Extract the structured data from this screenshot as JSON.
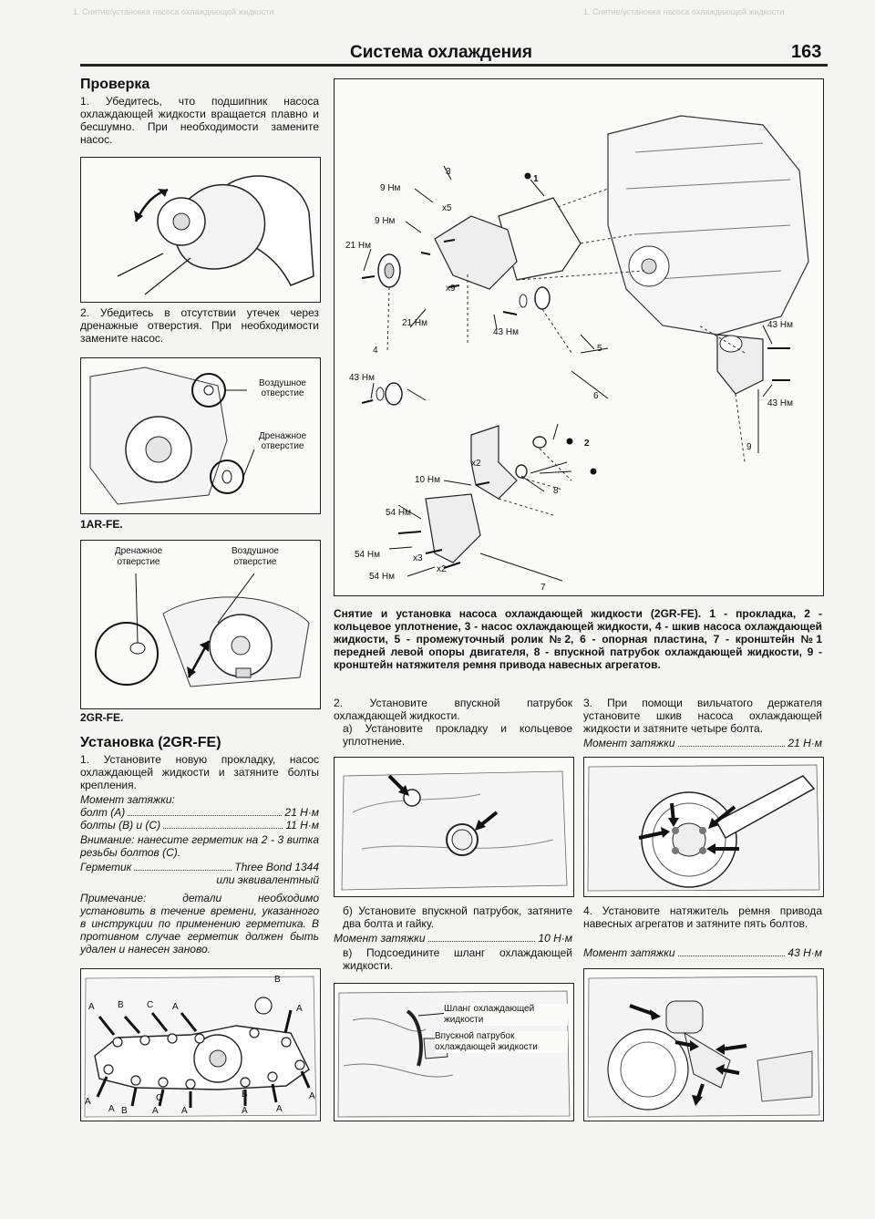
{
  "header": {
    "faint_left": "1. Снятие/установка насоса охлаждающей жидкости",
    "faint_right": "1. Снятие/установка насоса охлаждающей жидкости",
    "title": "Система охлаждения",
    "page_number": "163"
  },
  "check": {
    "heading": "Проверка",
    "p1": "1. Убедитесь, что подшипник насоса охлаждающей жидкости вращается плавно и бесшумно. При необходимости замените насос.",
    "p2": "2. Убедитесь в отсутствии утечек через дренажные отверстия. При необходимости замените насос.",
    "fig2_air": "Воздушное отверстие",
    "fig2_drain": "Дренажное отверстие",
    "label_1ar": "1AR-FE.",
    "fig3_drain": "Дренажное отверстие",
    "fig3_air": "Воздушное отверстие",
    "label_2gr": "2GR-FE."
  },
  "install": {
    "heading": "Установка (2GR-FE)",
    "p1": "1. Установите новую прокладку, насос охлаждающей жидкости и затяните болты крепления.",
    "torque_title": "Момент затяжки:",
    "bolt_a": "болт (А)",
    "bolt_a_val": "21 Н·м",
    "bolt_bc": "болты (В) и (С)",
    "bolt_bc_val": "11 Н·м",
    "attention": "Внимание: нанесите герметик на 2 - 3 витка резьбы болтов (С).",
    "sealant_label": "Герметик",
    "sealant_value": "Three Bond 1344",
    "sealant_alt": "или эквивалентный",
    "note": "Примечание: детали необходимо установить в течение времени, указанного в инструкции по применению герметика. В противном случае герметик должен быть удален и нанесен заново."
  },
  "diagram": {
    "torques": [
      "9 Нм",
      "9 Нм",
      "21 Нм",
      "21 Нм",
      "43 Нм",
      "43 Нм",
      "10 Нм",
      "54 Нм",
      "54 Нм",
      "54 Нм",
      "43 Нм",
      "43 Нм"
    ],
    "multipliers": [
      "x5",
      "x9",
      "x2",
      "x3",
      "x2"
    ],
    "callouts": [
      "1",
      "2",
      "3",
      "4",
      "5",
      "6",
      "7",
      "8",
      "9"
    ],
    "caption": "Снятие и установка насоса охлаждающей жидкости (2GR-FE). 1 - прокладка, 2 - кольцевое уплотнение, 3 - насос охлаждающей жидкости, 4 - шкив насоса охлаждающей жидкости, 5 - промежуточный ролик №2, 6 - опорная пластина, 7 - кронштейн №1 передней левой опоры двигателя, 8 - впускной патрубок охлаждающей жидкости, 9 - кронштейн натяжителя ремня привода навесных агрегатов."
  },
  "mid": {
    "p2": "2. Установите впускной патрубок охлаждающей жидкости.",
    "p2a": "а) Установите прокладку и кольцевое уплотнение.",
    "p2b": "б) Установите впускной патрубок, затяните два болта и гайку.",
    "torque_label": "Момент затяжки",
    "torque_val": "10 Н·м",
    "p2c": "в) Подсоедините шланг охлаждающей жидкости.",
    "hose_label": "Шланг охлаждающей жидкости",
    "inlet_label": "Впускной патрубок охлаждающей жидкости"
  },
  "right": {
    "p3": "3. При помощи вильчатого держателя установите шкив насоса охлаждающей жидкости и затяните четыре болта.",
    "torque_label": "Момент затяжки",
    "torque_val3": "21 Н·м",
    "p4": "4. Установите натяжитель ремня привода навесных агрегатов и затяните пять болтов.",
    "torque_val4": "43 Н·м"
  },
  "bottom_fig": {
    "letters": [
      "A",
      "B",
      "C",
      "A",
      "B",
      "A",
      "A",
      "A",
      "B",
      "A",
      "C",
      "A",
      "B",
      "A",
      "A",
      "A"
    ]
  }
}
